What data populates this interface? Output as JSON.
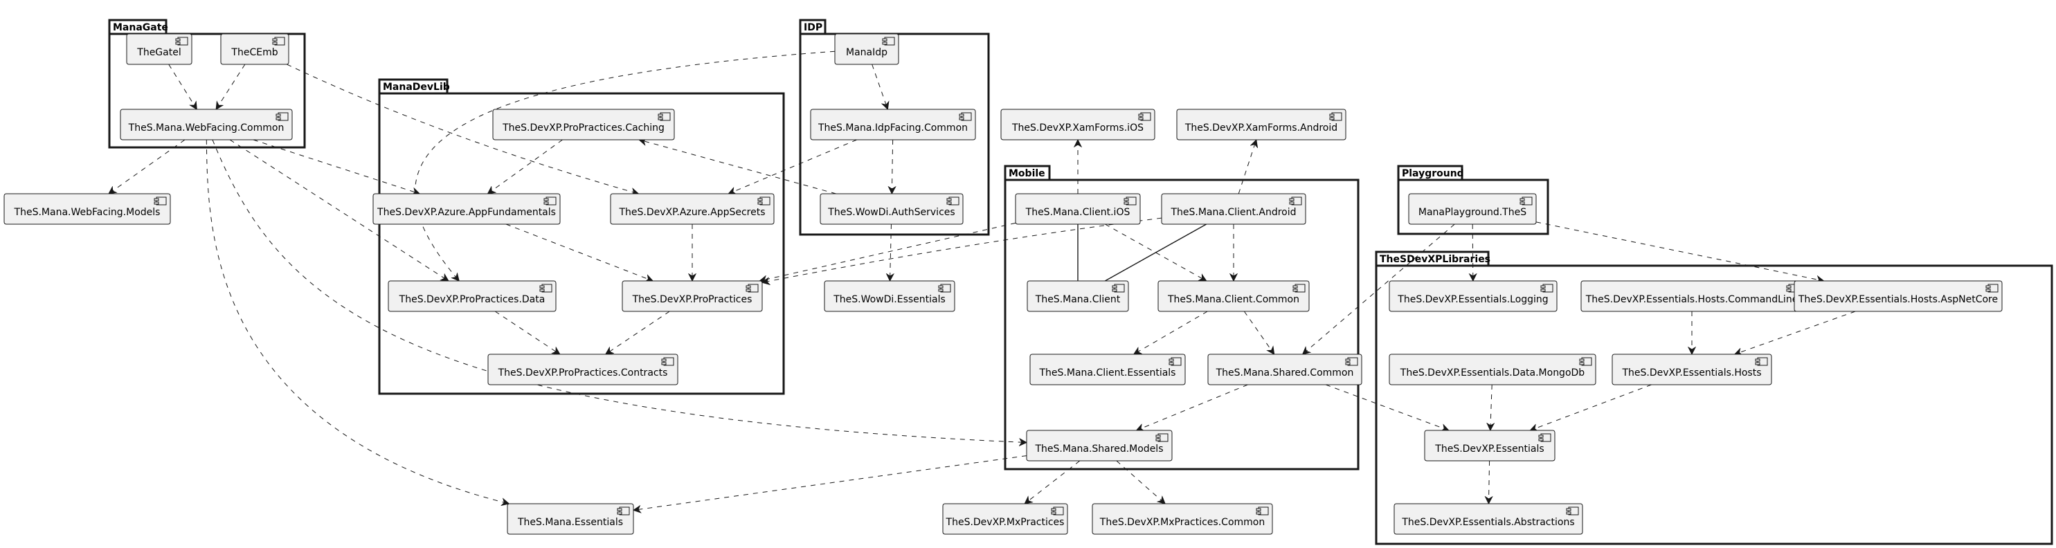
{
  "packages": [
    {
      "id": "managate",
      "label": "ManaGate"
    },
    {
      "id": "manadevlib",
      "label": "ManaDevLib"
    },
    {
      "id": "idp",
      "label": "IDP"
    },
    {
      "id": "mobile",
      "label": "Mobile"
    },
    {
      "id": "playground",
      "label": "Playground"
    },
    {
      "id": "thesdevxplibraries",
      "label": "TheSDevXPLibraries"
    }
  ],
  "components": [
    {
      "id": "thegatel",
      "label": "TheGatel"
    },
    {
      "id": "thecemb",
      "label": "TheCEmb"
    },
    {
      "id": "webfacing_common",
      "label": "TheS.Mana.WebFacing.Common"
    },
    {
      "id": "webfacing_models",
      "label": "TheS.Mana.WebFacing.Models"
    },
    {
      "id": "pp_caching",
      "label": "TheS.DevXP.ProPractices.Caching"
    },
    {
      "id": "azure_appfund",
      "label": "TheS.DevXP.Azure.AppFundamentals"
    },
    {
      "id": "azure_appsecrets",
      "label": "TheS.DevXP.Azure.AppSecrets"
    },
    {
      "id": "pp_data",
      "label": "TheS.DevXP.ProPractices.Data"
    },
    {
      "id": "propractices",
      "label": "TheS.DevXP.ProPractices"
    },
    {
      "id": "pp_contracts",
      "label": "TheS.DevXP.ProPractices.Contracts"
    },
    {
      "id": "manaidp",
      "label": "ManaIdp"
    },
    {
      "id": "idpfacing_common",
      "label": "TheS.Mana.IdpFacing.Common"
    },
    {
      "id": "wowdi_auth",
      "label": "TheS.WowDi.AuthServices"
    },
    {
      "id": "wowdi_essentials",
      "label": "TheS.WowDi.Essentials"
    },
    {
      "id": "xamforms_ios",
      "label": "TheS.DevXP.XamForms.iOS"
    },
    {
      "id": "xamforms_android",
      "label": "TheS.DevXP.XamForms.Android"
    },
    {
      "id": "client_ios",
      "label": "TheS.Mana.Client.iOS"
    },
    {
      "id": "client_android",
      "label": "TheS.Mana.Client.Android"
    },
    {
      "id": "client",
      "label": "TheS.Mana.Client"
    },
    {
      "id": "client_common",
      "label": "TheS.Mana.Client.Common"
    },
    {
      "id": "client_essentials",
      "label": "TheS.Mana.Client.Essentials"
    },
    {
      "id": "shared_common",
      "label": "TheS.Mana.Shared.Common"
    },
    {
      "id": "shared_models",
      "label": "TheS.Mana.Shared.Models"
    },
    {
      "id": "mana_essentials",
      "label": "TheS.Mana.Essentials"
    },
    {
      "id": "mxpractices",
      "label": "TheS.DevXP.MxPractices"
    },
    {
      "id": "mxpractices_common",
      "label": "TheS.DevXP.MxPractices.Common"
    },
    {
      "id": "playground_thes",
      "label": "ManaPlayground.TheS"
    },
    {
      "id": "ess_logging",
      "label": "TheS.DevXP.Essentials.Logging"
    },
    {
      "id": "ess_hosts_cmdline",
      "label": "TheS.DevXP.Essentials.Hosts.CommandLine"
    },
    {
      "id": "ess_hosts_aspnetcore",
      "label": "TheS.DevXP.Essentials.Hosts.AspNetCore"
    },
    {
      "id": "ess_data_mongodb",
      "label": "TheS.DevXP.Essentials.Data.MongoDb"
    },
    {
      "id": "ess_hosts",
      "label": "TheS.DevXP.Essentials.Hosts"
    },
    {
      "id": "essentials",
      "label": "TheS.DevXP.Essentials"
    },
    {
      "id": "ess_abstractions",
      "label": "TheS.DevXP.Essentials.Abstractions"
    }
  ]
}
